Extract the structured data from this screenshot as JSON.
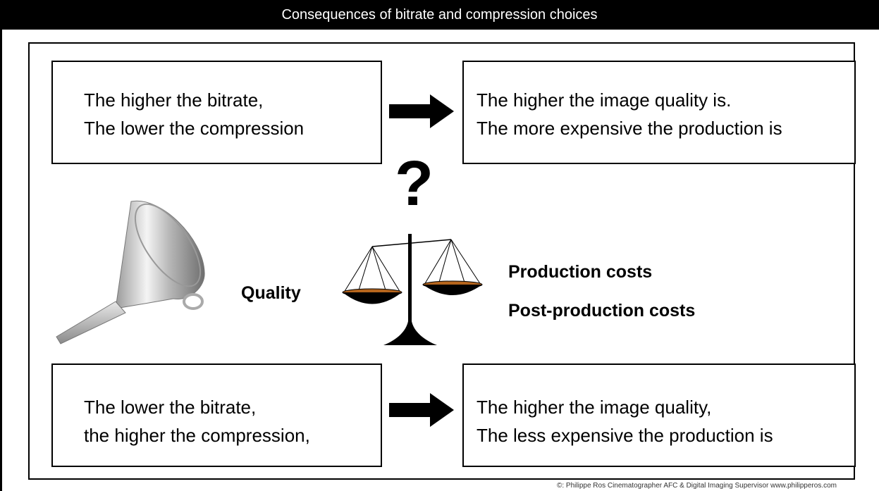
{
  "title": "Consequences of bitrate and compression choices",
  "top_left": {
    "line1": "The higher the bitrate,",
    "line2": "The lower the compression"
  },
  "top_right": {
    "line1": "The higher the image quality is.",
    "line2": "The more expensive the production is"
  },
  "bottom_left": {
    "line1": "The lower the bitrate,",
    "line2": "the higher the compression,"
  },
  "bottom_right": {
    "line1": "The higher the image quality,",
    "line2": "The less expensive the production is"
  },
  "question_mark": "?",
  "quality_label": "Quality",
  "production_costs": "Production costs",
  "post_production_costs": "Post-production costs",
  "footer": "©: Philippe Ros Cinematographer AFC & Digital Imaging Supervisor      www.philipperos.com",
  "colors": {
    "pan_fill": "#b5651d",
    "title_bg": "#000000"
  },
  "icons": [
    "funnel-icon",
    "balance-scale-icon",
    "right-arrow-icon"
  ]
}
